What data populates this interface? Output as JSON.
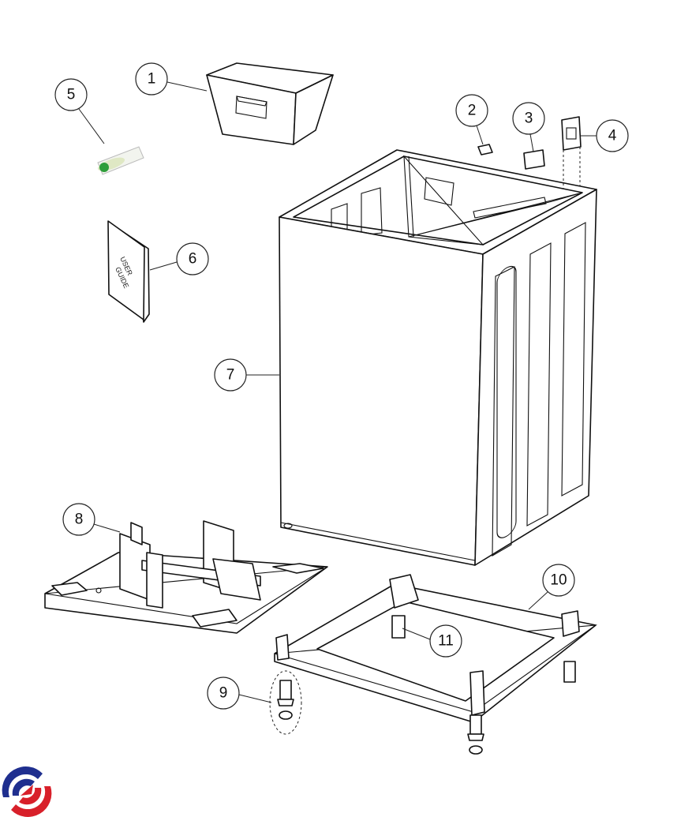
{
  "diagram": {
    "callouts": [
      {
        "id": "1",
        "label": "1"
      },
      {
        "id": "2",
        "label": "2"
      },
      {
        "id": "3",
        "label": "3"
      },
      {
        "id": "4",
        "label": "4"
      },
      {
        "id": "5",
        "label": "5"
      },
      {
        "id": "6",
        "label": "6"
      },
      {
        "id": "7",
        "label": "7"
      },
      {
        "id": "8",
        "label": "8"
      },
      {
        "id": "9",
        "label": "9"
      },
      {
        "id": "10",
        "label": "10"
      },
      {
        "id": "11",
        "label": "11"
      }
    ],
    "booklet": {
      "line1": "USER",
      "line2": "GUIDE"
    }
  },
  "colors": {
    "logo_blue": "#1f2f8f",
    "logo_red": "#d8202a",
    "part5_green": "#2e9e3a"
  }
}
